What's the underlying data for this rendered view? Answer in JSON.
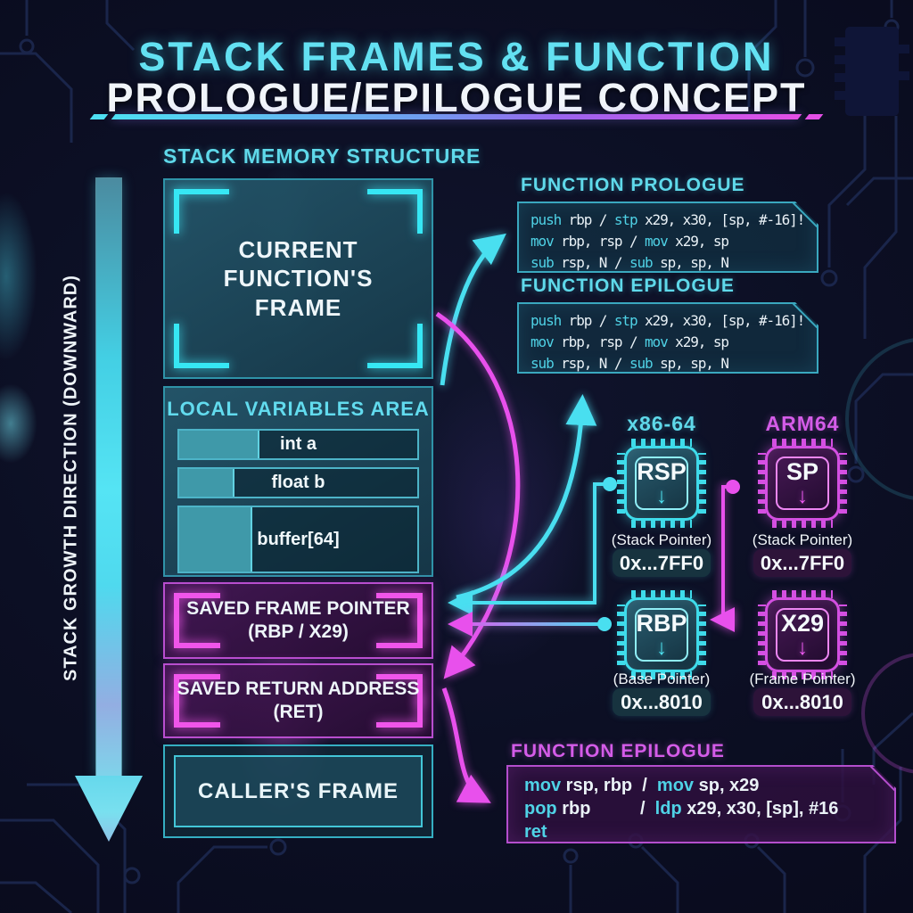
{
  "colors": {
    "background": "#0c0f24",
    "cyan_accent": "#4fd9ec",
    "magenta_accent": "#e14fe0",
    "white_text": "#f1f5fa",
    "teal_fill": "#3f99a9"
  },
  "header": {
    "title_line1": "STACK FRAMES & FUNCTION",
    "title_line2": "PROLOGUE/EPILOGUE CONCEPT"
  },
  "stack": {
    "heading": "STACK MEMORY STRUCTURE",
    "growth_label": "STACK GROWTH DIRECTION (DOWNWARD)",
    "current_frame": {
      "line1": "CURRENT FUNCTION'S",
      "line2": "FRAME"
    },
    "local_vars": {
      "heading": "LOCAL VARIABLES AREA",
      "rows": [
        {
          "label": "int a"
        },
        {
          "label": "float b"
        },
        {
          "label": "buffer[64]"
        }
      ]
    },
    "saved_frame_pointer": {
      "line1": "SAVED FRAME POINTER",
      "line2": "(RBP / X29)"
    },
    "saved_return_address": {
      "line1": "SAVED RETURN ADDRESS",
      "line2": "(RET)"
    },
    "caller_frame": "CALLER'S FRAME"
  },
  "code_blocks": {
    "prologue": {
      "heading": "FUNCTION PROLOGUE",
      "lines": [
        [
          [
            "push",
            "k"
          ],
          [
            " rbp / ",
            "t"
          ],
          [
            "stp",
            "k"
          ],
          [
            " x29, x30, [sp, #-16]!",
            "t"
          ]
        ],
        [
          [
            "mov",
            "k"
          ],
          [
            " rbp, rsp / ",
            "t"
          ],
          [
            "mov",
            "k"
          ],
          [
            " x29, sp",
            "t"
          ]
        ],
        [
          [
            "sub",
            "k"
          ],
          [
            " rsp, N / ",
            "t"
          ],
          [
            "sub",
            "k"
          ],
          [
            " sp, sp, N",
            "t"
          ]
        ]
      ]
    },
    "epilogue_top": {
      "heading": "FUNCTION EPILOGUE",
      "lines": [
        [
          [
            "push",
            "k"
          ],
          [
            " rbp / ",
            "t"
          ],
          [
            "stp",
            "k"
          ],
          [
            " x29, x30, [sp, #-16]!",
            "t"
          ]
        ],
        [
          [
            "mov",
            "k"
          ],
          [
            " rbp, rsp / ",
            "t"
          ],
          [
            "mov",
            "k"
          ],
          [
            " x29, sp",
            "t"
          ]
        ],
        [
          [
            "sub",
            "k"
          ],
          [
            " rsp, N / ",
            "t"
          ],
          [
            "sub",
            "k"
          ],
          [
            " sp, sp, N",
            "t"
          ]
        ]
      ]
    },
    "epilogue_bottom": {
      "heading": "FUNCTION EPILOGUE",
      "lines": [
        [
          [
            "mov",
            "k"
          ],
          [
            " rsp, rbp  /  ",
            "t"
          ],
          [
            "mov",
            "k"
          ],
          [
            " sp, x29",
            "t"
          ]
        ],
        [
          [
            "pop",
            "k"
          ],
          [
            " rbp          /  ",
            "t"
          ],
          [
            "ldp",
            "k"
          ],
          [
            " x29, x30, [sp], #16",
            "t"
          ]
        ],
        [
          [
            "ret",
            "k"
          ]
        ]
      ]
    }
  },
  "architectures": {
    "x86": {
      "label": "x86-64"
    },
    "arm": {
      "label": "ARM64"
    }
  },
  "chips": [
    {
      "name": "RSP",
      "caption": "(Stack Pointer)",
      "address": "0x...7FF0",
      "theme": "cyan"
    },
    {
      "name": "SP",
      "caption": "(Stack Pointer)",
      "address": "0x...7FF0",
      "theme": "magenta"
    },
    {
      "name": "RBP",
      "caption": "(Base Pointer)",
      "address": "0x...8010",
      "theme": "cyan"
    },
    {
      "name": "X29",
      "caption": "(Frame Pointer)",
      "address": "0x...8010",
      "theme": "magenta"
    }
  ]
}
